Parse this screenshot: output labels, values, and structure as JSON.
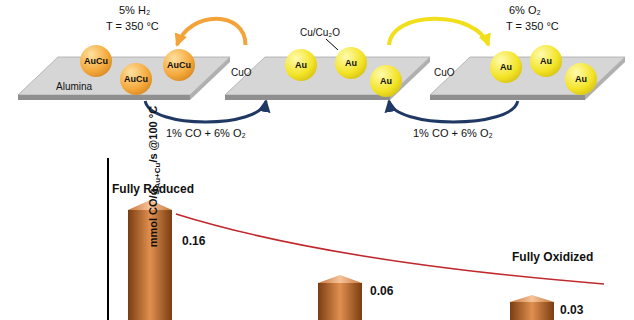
{
  "diagram": {
    "nodes": [
      {
        "text": [
          "Alumina"
        ]
      },
      {
        "text": [
          "AuCu"
        ],
        "in": 0
      },
      {
        "text": [
          "AuCu"
        ],
        "in": 0
      },
      {
        "text": [
          "AuCu"
        ],
        "in": 0
      },
      {
        "text": [
          "CuO"
        ]
      },
      {
        "text": [
          "Au"
        ],
        "in": 4
      },
      {
        "text": [
          "Au"
        ],
        "in": 4
      },
      {
        "text": [
          "Au"
        ],
        "in": 4
      },
      {
        "text": [
          "CuO"
        ]
      },
      {
        "text": [
          "Au"
        ],
        "in": 8
      },
      {
        "text": [
          "Au"
        ],
        "in": 8
      },
      {
        "text": [
          "Au"
        ],
        "in": 8
      }
    ],
    "edges": [
      {
        "from": 4,
        "to": 0,
        "arrow": "to",
        "label": "5% H₂"
      },
      {
        "from": 4,
        "to": 8,
        "arrow": "to",
        "label": "6% O₂"
      },
      {
        "from": 0,
        "to": 4,
        "arrow": "to",
        "label": "1% CO + 6% O₂"
      },
      {
        "from": 8,
        "to": 4,
        "arrow": "to",
        "label": "1% CO + 6% O₂"
      }
    ],
    "labels": [
      "T = 350 °C",
      "T = 350 °C",
      "Cu/Cu₂O",
      "Fully Reduced",
      "0.16",
      "0.06",
      "0.03",
      "Fully Oxidized",
      "mmol CO/g",
      "Au+Cu",
      "/s @100 °C"
    ]
  }
}
